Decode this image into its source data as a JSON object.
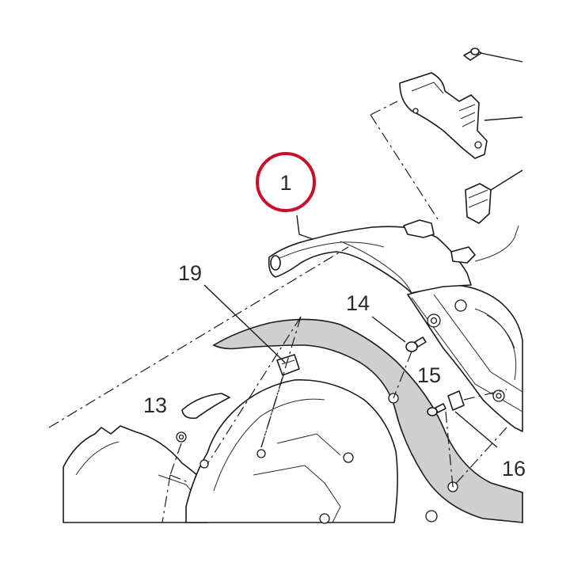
{
  "callouts": {
    "c1": "1",
    "c13": "13",
    "c14": "14",
    "c15": "15",
    "c16": "16",
    "c19": "19"
  },
  "colors": {
    "highlight_ring": "#c8102e",
    "line": "#1a1a1a",
    "gasket_fill": "#cfcfcf"
  }
}
